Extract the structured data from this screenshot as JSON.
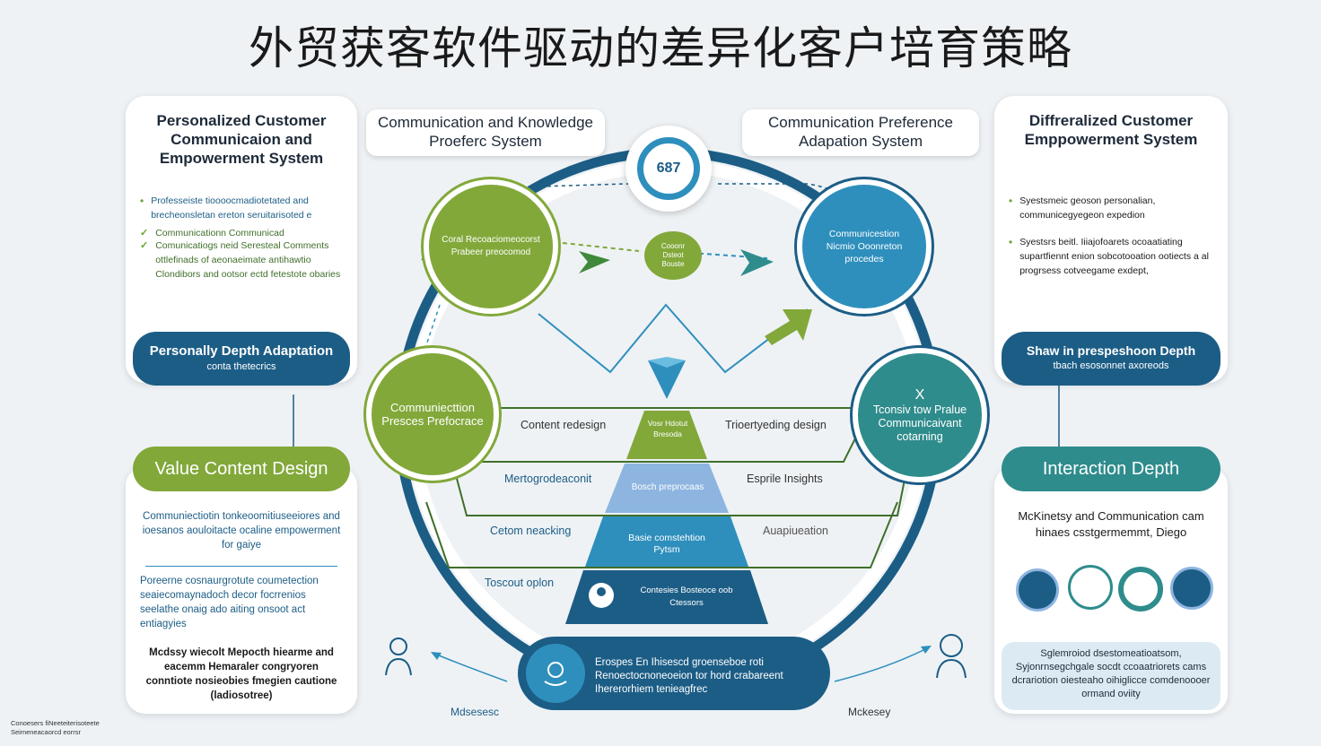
{
  "title": "外贸获客软件驱动的差异化客户培育策略",
  "left_panel": {
    "title": "Personalized Customer Communicaion and Empowerment System",
    "bullets": [
      {
        "marker": "•",
        "text": "Professeiste tioooocmadiotetated and brecheonsletan ereton seruitarisoted e"
      },
      {
        "marker": "✓",
        "text": "Communicationn Communicad"
      },
      {
        "marker": "✓",
        "text": "Comunicatiogs neid Seresteal Comments ottlefinads of aeonaeimate antihawtio Clondibors and ootsor ectd fetestote obaries"
      }
    ],
    "pill_title": "Personally Depth Adaptation",
    "pill_sub": "conta thetecrics"
  },
  "value_panel": {
    "header": "Value Content Design",
    "para1": "Communiectiotin tonkeoomitiuseeiores and ioesanos aouloitacte ocaline empowerment for gaiye",
    "para2": "Poreerne cosnaurgrotute coumetection seaiecomaynadoch decor focrrenios seelathe onaig ado aiting onsoot act entiagyies",
    "para3": "Mcdssy wiecolt Mepocth hiearme and eacemm Hemaraler congryoren conntiote nosieobies fmegien cautione (ladiosotree)"
  },
  "top_boxes": {
    "left": "Communication and Knowledge Proeferc System",
    "right": "Communication Preference Adapation System"
  },
  "badge": "687",
  "circles": {
    "green_top": "Coral Recoaciomeocorst Prabeer preocomod",
    "small_center": "Cooonr Dsteot Bouste",
    "blue_top": "Communicestion Nicmio Ooonreton procedes",
    "green_left": "Communiecttion Presces Prefocrace",
    "teal_right_x": "X",
    "teal_right": "Tconsiv tow Pralue Communicaivant cotarning"
  },
  "pyramid": {
    "levels": [
      "Vosr Hdotut Bresoda",
      "Bosch preprocaas",
      "Basie comstehtion Pytsm",
      "Contesies Bosteoce oob Ctessors"
    ]
  },
  "pyramid_labels": {
    "l1": "Content redesign",
    "r1": "Trioertyeding design",
    "l2": "Mertogrodeaconit",
    "r2": "Esprile Insights",
    "l3": "Cetom neacking",
    "r3": "Auapiueation",
    "l4": "Toscout oplon"
  },
  "bottom_banner": "Erospes En Ihisescd groenseboe roti Renoectocnoneoeion tor hord crabareent Ihererorhiem tenieagfrec",
  "bottom_labels": {
    "left": "Mdsesesc",
    "right": "Mckesey"
  },
  "right_panel": {
    "title": "Diffreralized Customer Emppowerment System",
    "bullets": [
      {
        "marker": "•",
        "text": "Syestsmeic geoson personalian, communicegyegeon expedion"
      },
      {
        "marker": "•",
        "text": "Syestsrs beitl. Iiiajofoarets ocoaatiating supartfiennt enion sobcotooation ootiects a al progrsess cotveegame exdept,"
      }
    ],
    "pill_title": "Shaw in prespeshoon Depth",
    "pill_sub": "tbach esosonnet axoreods"
  },
  "interaction_panel": {
    "header": "Interaction Depth",
    "subtitle": "McKinetsy and Communication cam hinaes csstgermemmt, Diego",
    "footer": "Sglemroiod dsestomeatioatsom, Syjonrnsegchgale socdt ccoaatriorets cams dcrariotion oiesteaho oihiglicce comdenoooer ormand oviity"
  },
  "footnote": "Conoesers fiNeeteiterisoteete Seimeneacaorcd eorrsr",
  "colors": {
    "navy": "#1c5d86",
    "green": "#82a83a",
    "teal": "#2f8c8c",
    "blue": "#2e8fbd"
  }
}
